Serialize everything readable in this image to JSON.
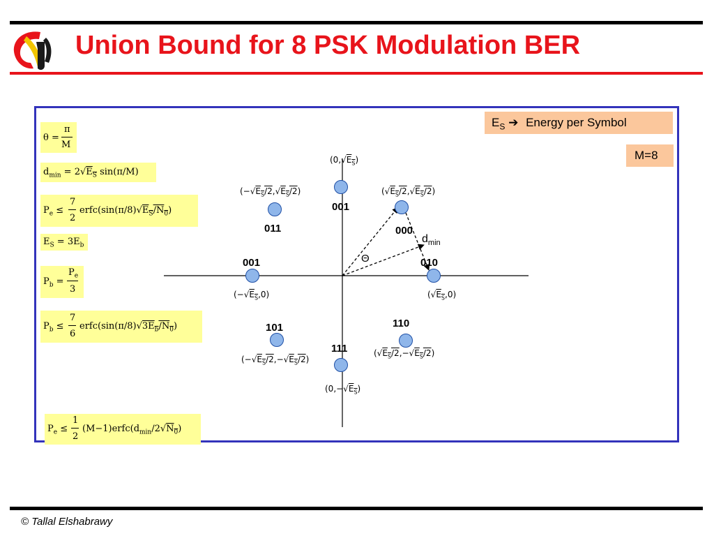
{
  "title": "Union Bound for 8 PSK Modulation BER",
  "footer": "© Tallal Elshabrawy",
  "notes": {
    "energy": "Energy per Symbol",
    "m": "M=8"
  },
  "diagram": {
    "labels": {
      "top": "001",
      "upper_left": "011",
      "upper_right": "000",
      "left": "001",
      "right": "010",
      "lower_left": "101",
      "lower_right": "110",
      "bottom": "111",
      "dmin": "d",
      "dmin_sub": "min",
      "theta": "Θ"
    }
  }
}
